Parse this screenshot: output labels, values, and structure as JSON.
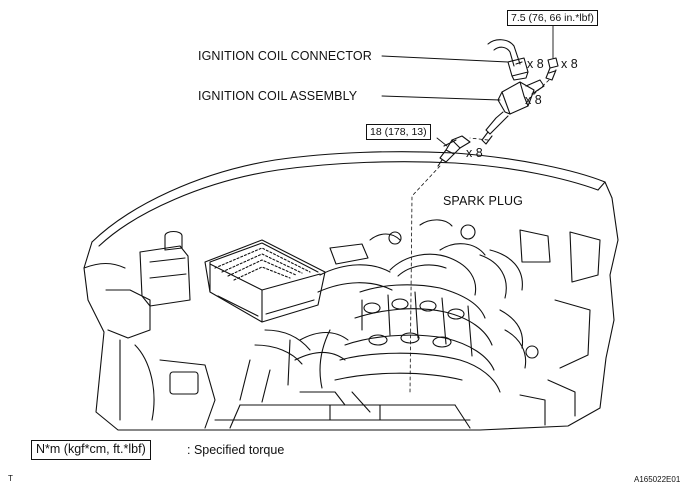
{
  "labels": {
    "coil_connector": "IGNITION COIL CONNECTOR",
    "coil_assembly": "IGNITION COIL ASSEMBLY",
    "spark_plug": "SPARK PLUG"
  },
  "torques": {
    "bolt": "7.5 (76, 66 in.*lbf)",
    "spark_plug": "18 (178, 13)"
  },
  "quantities": {
    "connector": "x 8",
    "bolt": "x 8",
    "coil": "x 8",
    "plug": "x 8"
  },
  "legend": {
    "units": "N*m (kgf*cm, ft.*lbf)",
    "description": ": Specified torque"
  },
  "corner": {
    "left": "T",
    "right": "A165022E01"
  }
}
